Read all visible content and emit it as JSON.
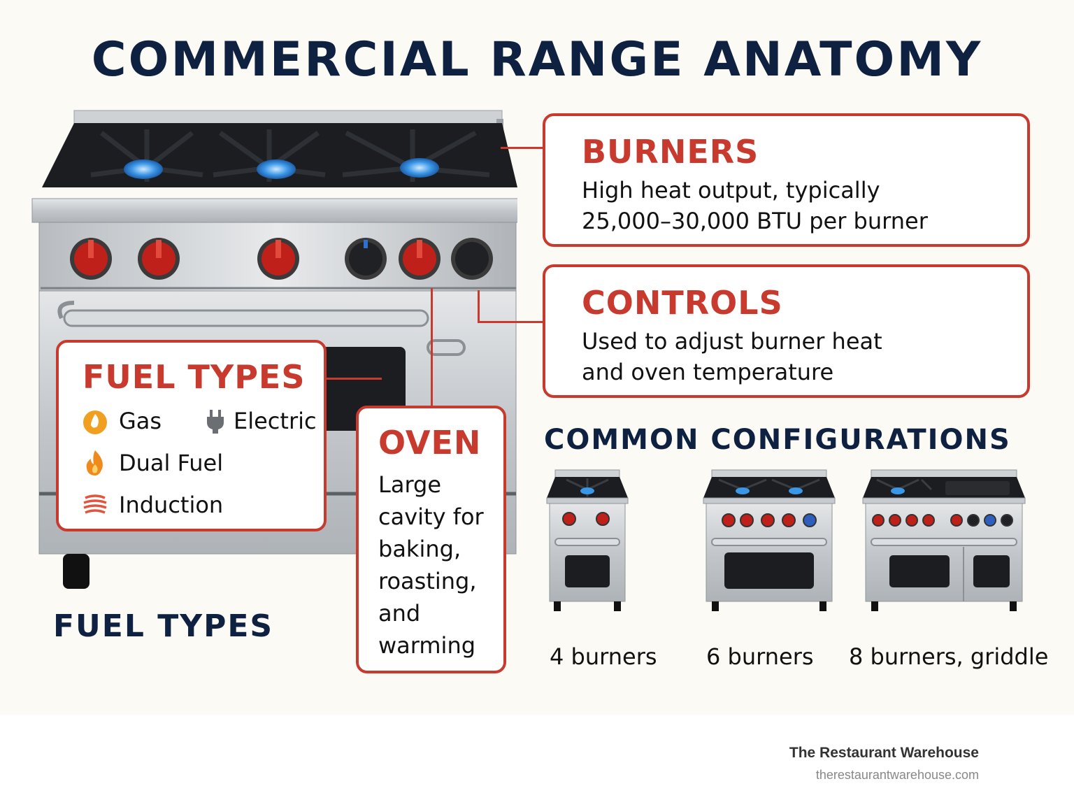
{
  "title": "COMMERCIAL RANGE ANATOMY",
  "callouts": {
    "burners": {
      "title": "BURNERS",
      "lines": [
        "High heat output, typically",
        "25,000–30,000 BTU per burner"
      ]
    },
    "controls": {
      "title": "CONTROLS",
      "lines": [
        "Used to adjust burner heat",
        "and oven temperature"
      ]
    },
    "fuel_types": {
      "title": "FUEL TYPES",
      "items": [
        {
          "label": "Gas",
          "icon": "gas-flame-icon"
        },
        {
          "label": "Electric",
          "icon": "electric-plug-icon"
        },
        {
          "label": "Dual Fuel",
          "icon": "dual-fuel-flame-icon"
        },
        {
          "label": "Induction",
          "icon": "induction-coil-icon"
        }
      ]
    },
    "oven": {
      "title": "OVEN",
      "lines": [
        "Large",
        "cavity for",
        "baking,",
        "roasting,",
        "and",
        "warming"
      ]
    }
  },
  "fuel_types_heading": "FUEL TYPES",
  "configurations": {
    "heading": "COMMON CONFIGURATIONS",
    "items": [
      {
        "label": "4 burners"
      },
      {
        "label": "6 burners"
      },
      {
        "label": "8 burners, griddle"
      }
    ]
  },
  "footer": {
    "brand": "The Restaurant Warehouse",
    "url": "therestaurantwarehouse.com"
  },
  "colors": {
    "accent_red": "#c93a2e",
    "navy": "#0f2140",
    "steel": "#c9cccf",
    "flame_blue": "#2e8fe0",
    "knob_red": "#c0201a"
  }
}
